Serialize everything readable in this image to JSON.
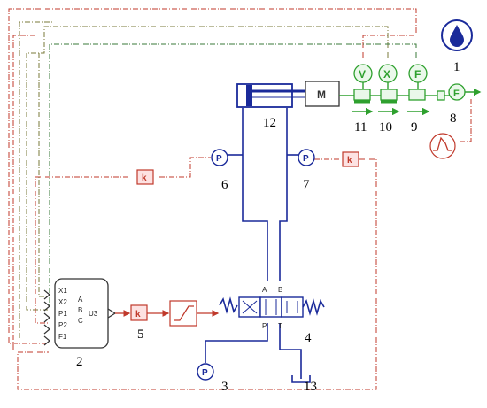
{
  "labels": {
    "n1": "1",
    "n2": "2",
    "n3": "3",
    "n4": "4",
    "n5": "5",
    "n6": "6",
    "n7": "7",
    "n8": "8",
    "n9": "9",
    "n10": "10",
    "n11": "11",
    "n12": "12",
    "n13": "13"
  },
  "controller": {
    "ports_left": [
      "X1",
      "X2",
      "P1",
      "P2",
      "F1"
    ],
    "ports_inner": [
      "A",
      "B",
      "C"
    ],
    "name": "U3"
  },
  "valve": {
    "port_a": "A",
    "port_b": "B",
    "port_p": "P",
    "port_t": "T"
  },
  "gain": {
    "k": "k"
  },
  "glyphs": {
    "pressure": "P",
    "velocity": "V",
    "displacement": "X",
    "force": "F",
    "mass": "M"
  },
  "icons": {
    "hydraulic_reference": "drop-icon",
    "pressure_sensor": "pressure-gauge-icon",
    "gain": "gain-block-icon",
    "saturation": "saturation-icon",
    "signal_source": "waveform-source-icon"
  },
  "colors": {
    "hydraulic": "#1a2a9a",
    "signal": "#c0392b",
    "mechanical": "#2ea02e",
    "feedback": "#7a7a3a"
  }
}
